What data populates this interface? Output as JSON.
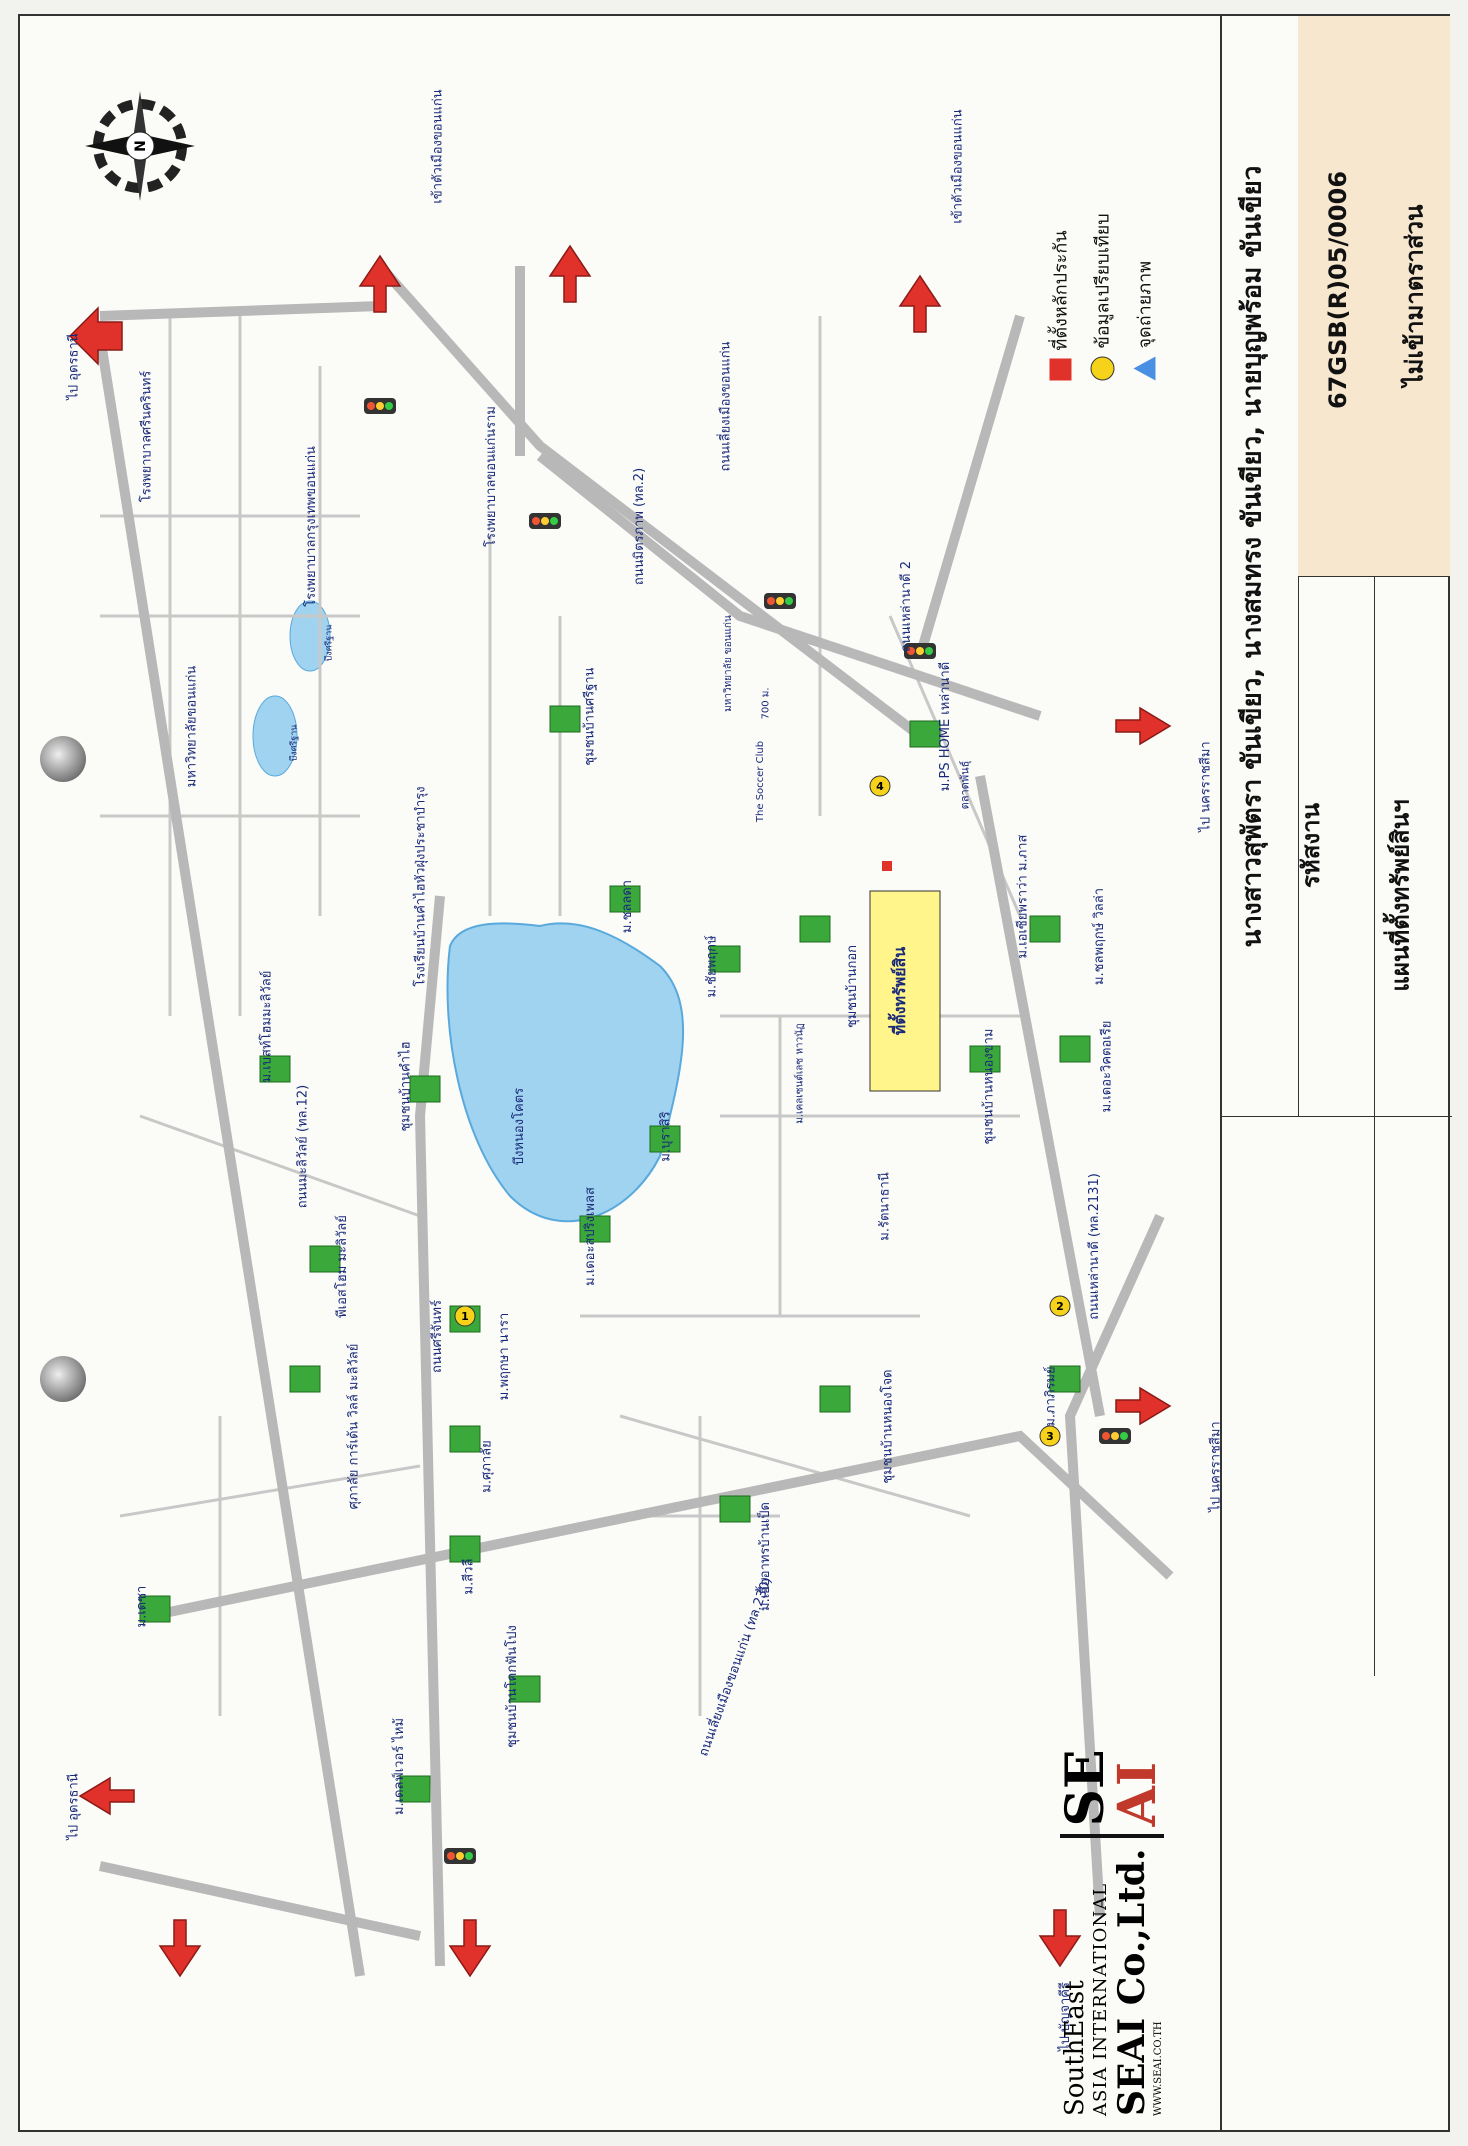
{
  "title": "นางสาวสุพัตรา ขันเขียว, นางสมทรง ขันเขียว, นายบุญพร้อม ขันเขียว",
  "code_label": "รหัสงาน",
  "code_value": "67GSB(R)05/0006",
  "map_label": "แผนที่ตั้งทรัพย์สินฯ",
  "scale_note": "ไม่เข้ามาตราส่วน",
  "legend": {
    "collateral": "ที่ตั้งหลักประกัน",
    "comparable": "ข้อมูลเปรียบเทียบ",
    "photo": "จุดถ่ายภาพ"
  },
  "compass": "N",
  "company": {
    "line1": "SouthEast",
    "line2": "ASIA INTERNATIONAL",
    "line3": "SEAI Co.,Ltd.",
    "url": "WWW.SEAI.CO.TH",
    "logo_top": "SE",
    "logo_bottom": "AI"
  },
  "property_marker": "ที่ตั้งทรัพย์สิน",
  "directions": [
    "ไป อุดรธานี",
    "เข้าตัวเมืองขอนแก่น",
    "เข้าตัวเมืองขอนแก่น",
    "ไป นครราชสีมา",
    "ไป นครราชสีมา",
    "ไป บัญจาคีรี",
    "ไป อุดรธานี"
  ],
  "roads": [
    "ถนนมิตรภาพ (ทล.2)",
    "ถนนเลี่ยงเมืองขอนแก่น",
    "ถนนเลี่ยงเมืองขอนแก่น (ทล.230)",
    "ถนนมะลิวัลย์ (ทล.12)",
    "ถนนศรีจันทร์",
    "ถนนเหล่านาดี (ทล.2131)",
    "ถนนเหล่านาดี 2",
    "โรงเรียนบ้านคำไฮหัวฝุ่งประชาบำรุง"
  ],
  "places": [
    "บึงหนองโคตร",
    "มหาวิทยาลัยขอนแก่น",
    "บึงศรีฐาน",
    "บึงศรีฐาน",
    "โรงพยาบาลศรีนครินทร์",
    "โรงพยาบาลกรุงเทพขอนแก่น",
    "โรงพยาบาลขอนแก่นราม",
    "ชุมชนบ้านศรีฐาน",
    "ม.ชลลดา",
    "ม.ชัยพฤกษ์",
    "ชุมชนบ้านกอก",
    "ชุมชนบ้านหนองขาม",
    "ม.เอเซียพราว่า ม.ภาส",
    "ม.ชลพฤกษ์ วิลล่า",
    "ม.เดอะวิคตอเรีย",
    "ม.รัตนาธานี",
    "ม.บุราสิริ",
    "ม.เดอะสปริงเพลส",
    "ม.พฤกษา นารา",
    "ม.ภาภิรมย์",
    "ชุมชนบ้านหนองโจด",
    "ม.เอื้ออาทรบ้านเป็ด",
    "ม.ศุภาลัย",
    "ม.สีวลี",
    "ศุภาลัย การ์เด้น วิลล์ มะลิวัลย์",
    "ม.เดซา",
    "ม.เดลฟ์เวอร์ ไหม้",
    "ชุมชนบ้านโคกฟันโปง",
    "พีเอสโฮม มะลิวัลย์",
    "ชุมชนบ้านคำไฮ",
    "ม.เบสท์โฮมมะลิวัลย์",
    "ม.PS HOME เหล่านาดี",
    "ตลาดพันธุ์",
    "ม.เคลเซนต์เลซ หาวนัฏ",
    "The Soccer Club",
    "700 ม.",
    "มหาวิทยาลัย ขอนแก่น"
  ]
}
